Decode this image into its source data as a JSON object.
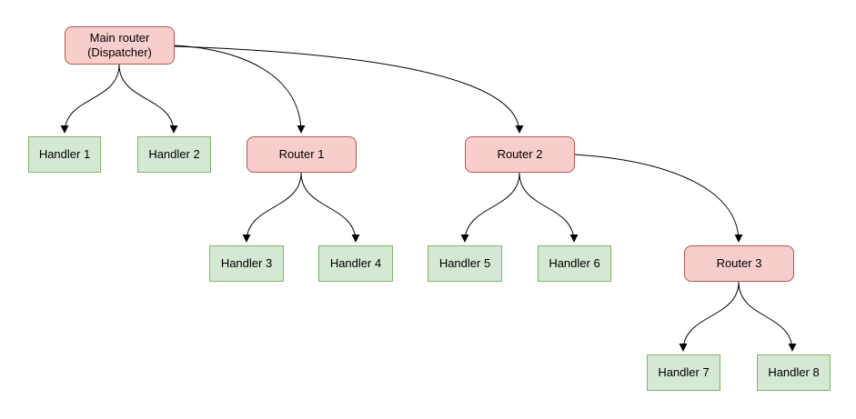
{
  "diagram": {
    "nodes": {
      "main": {
        "label": "Main router\n(Dispatcher)",
        "type": "router"
      },
      "router1": {
        "label": "Router 1",
        "type": "router"
      },
      "router2": {
        "label": "Router 2",
        "type": "router"
      },
      "router3": {
        "label": "Router 3",
        "type": "router"
      },
      "handler1": {
        "label": "Handler 1",
        "type": "handler"
      },
      "handler2": {
        "label": "Handler 2",
        "type": "handler"
      },
      "handler3": {
        "label": "Handler 3",
        "type": "handler"
      },
      "handler4": {
        "label": "Handler 4",
        "type": "handler"
      },
      "handler5": {
        "label": "Handler 5",
        "type": "handler"
      },
      "handler6": {
        "label": "Handler 6",
        "type": "handler"
      },
      "handler7": {
        "label": "Handler 7",
        "type": "handler"
      },
      "handler8": {
        "label": "Handler 8",
        "type": "handler"
      }
    },
    "edges": [
      {
        "from": "main",
        "to": "handler1"
      },
      {
        "from": "main",
        "to": "handler2"
      },
      {
        "from": "main",
        "to": "router1"
      },
      {
        "from": "main",
        "to": "router2"
      },
      {
        "from": "router1",
        "to": "handler3"
      },
      {
        "from": "router1",
        "to": "handler4"
      },
      {
        "from": "router2",
        "to": "handler5"
      },
      {
        "from": "router2",
        "to": "handler6"
      },
      {
        "from": "router2",
        "to": "router3"
      },
      {
        "from": "router3",
        "to": "handler7"
      },
      {
        "from": "router3",
        "to": "handler8"
      }
    ],
    "colors": {
      "router_fill": "#f8cecc",
      "router_border": "#b85450",
      "handler_fill": "#d5e8d4",
      "handler_border": "#82b366",
      "edge": "#000000"
    }
  }
}
